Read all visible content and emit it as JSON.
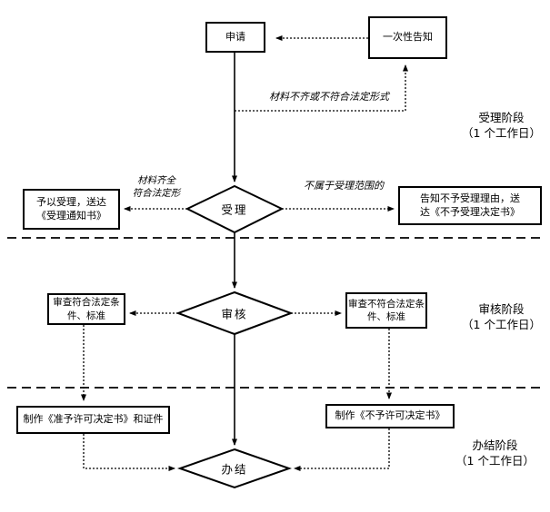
{
  "flowchart": {
    "nodes": {
      "apply": {
        "label": "申请"
      },
      "one_time_notice": {
        "label": "一次性告知"
      },
      "accept_decision": {
        "label": "受理"
      },
      "review_decision": {
        "label": "审核"
      },
      "complete_decision": {
        "label": "办结"
      },
      "accept_box": {
        "line1": "予以受理，送达",
        "line2": "《受理通知书》"
      },
      "reject_box": {
        "line1": "告知不予受理理由，送",
        "line2": "达《不予受理决定书》"
      },
      "review_pass_box": {
        "line1": "审查符合法定条",
        "line2": "件、标准"
      },
      "review_fail_box": {
        "line1": "审查不符合法定条",
        "line2": "件、标准"
      },
      "make_permit_box": {
        "label": "制作《准予许可决定书》和证件"
      },
      "make_denial_box": {
        "label": "制作《不予许可决定书》"
      }
    },
    "edge_labels": {
      "incomplete": "材料不齐或不符合法定形式",
      "complete_line1": "材料齐全",
      "complete_line2": "符合法定形",
      "out_of_scope": "不属于受理范围的"
    },
    "stages": [
      {
        "name": "受理阶段",
        "duration": "（1 个工作日）"
      },
      {
        "name": "审核阶段",
        "duration": "（1 个工作日）"
      },
      {
        "name": "办结阶段",
        "duration": "（1 个工作日）"
      }
    ],
    "colors": {
      "line": "#000000",
      "background": "#ffffff",
      "box_fill": "#ffffff"
    }
  }
}
